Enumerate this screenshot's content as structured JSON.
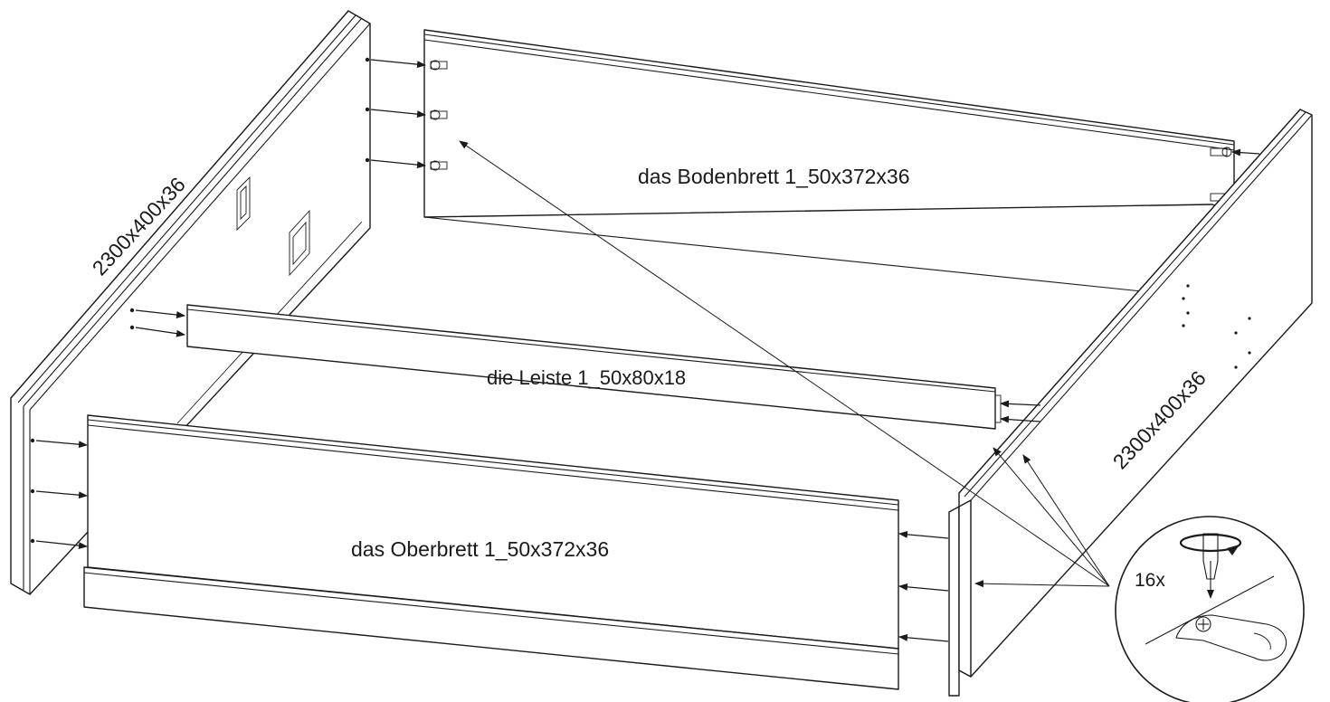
{
  "diagram": {
    "labels": {
      "bottom_board": "das Bodenbrett 1_50x372x36",
      "strip": "die Leiste 1_50x80x18",
      "top_board": "das Oberbrett 1_50x372x36",
      "left_side_dim": "2300x400x36",
      "right_side_dim": "2300x400x36",
      "fitting_qty": "16x"
    },
    "icons": [
      "screwdriver-icon",
      "rotation-arrow-icon",
      "cam-lock-fitting-icon"
    ],
    "colors": {
      "line": "#1a1a1a",
      "background": "#ffffff"
    }
  }
}
